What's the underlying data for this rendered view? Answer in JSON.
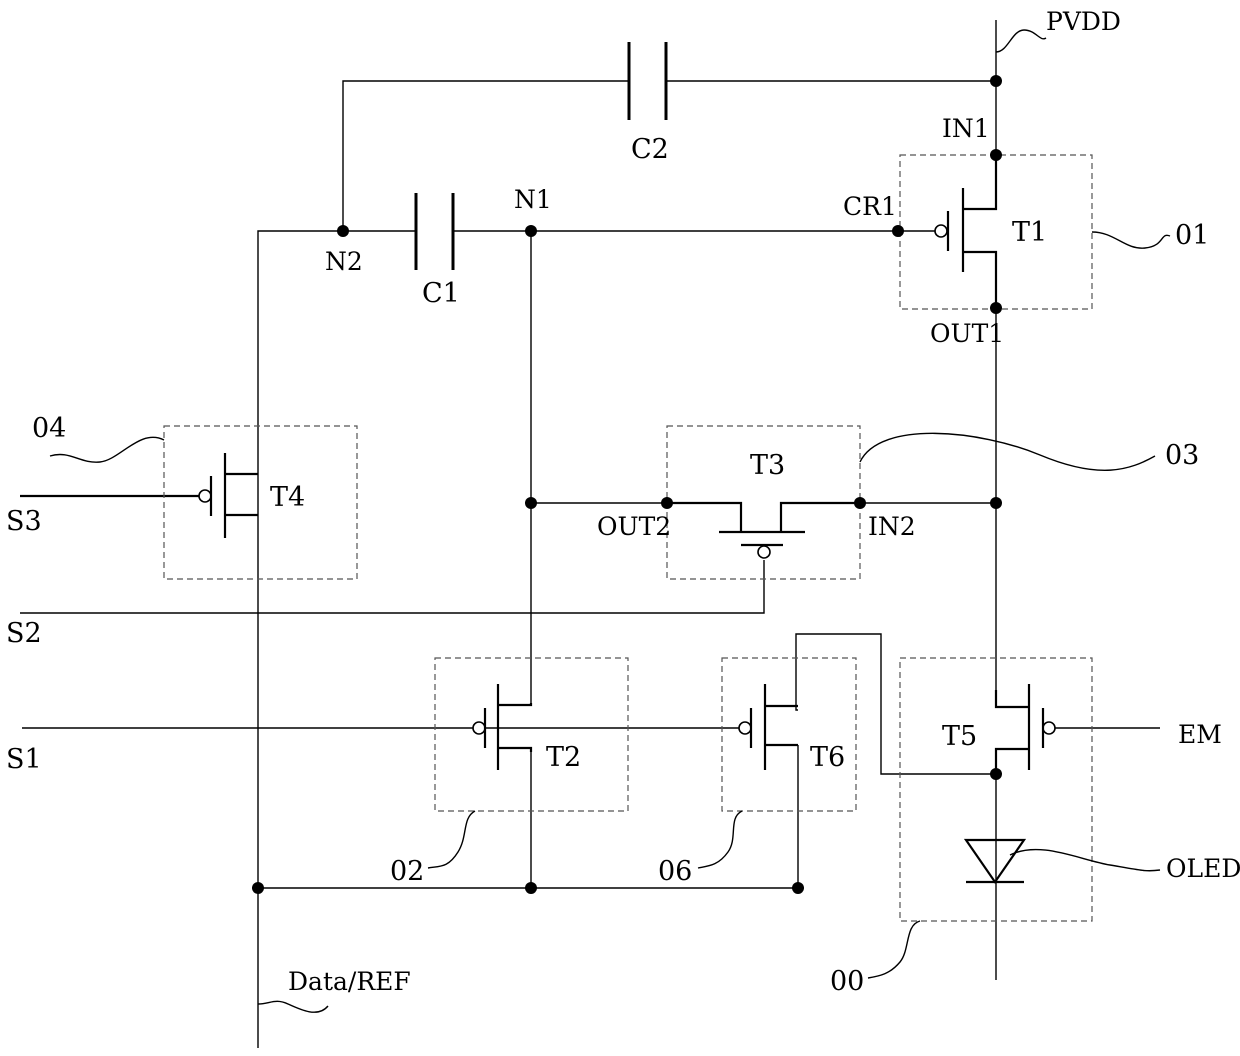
{
  "labels": {
    "pvdd": "PVDD",
    "c2": "C2",
    "in1": "IN1",
    "n1": "N1",
    "cr1": "CR1",
    "t1": "T1",
    "m01": "01",
    "n2": "N2",
    "c1": "C1",
    "out1": "OUT1",
    "m04": "04",
    "t3": "T3",
    "m03": "03",
    "s3": "S3",
    "t4": "T4",
    "out2": "OUT2",
    "in2": "IN2",
    "s2": "S2",
    "t5": "T5",
    "em": "EM",
    "s1": "S1",
    "t2": "T2",
    "t6": "T6",
    "m02": "02",
    "m06": "06",
    "oled": "OLED",
    "m00": "00",
    "data_ref": "Data/REF"
  }
}
